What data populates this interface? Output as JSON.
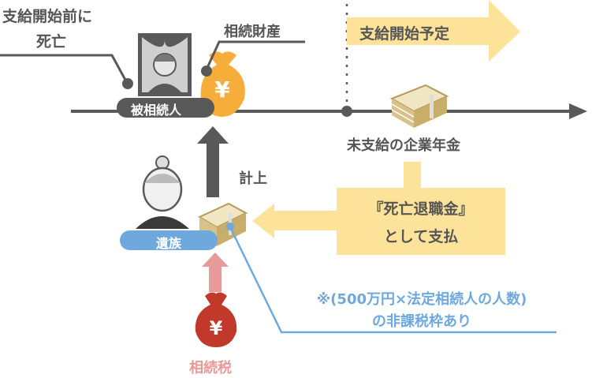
{
  "labels": {
    "death_before_payment_line1": "支給開始前に",
    "death_before_payment_line2": "死亡",
    "inherited_property": "相続財産",
    "payment_start_scheduled": "支給開始予定",
    "decedent": "被相続人",
    "unpaid_corporate_pension": "未支給の企業年金",
    "recorded": "計上",
    "death_retirement_line1": "『死亡退職金』",
    "death_retirement_line2": "として支払",
    "bereaved_family": "遺族",
    "exemption_line1": "※(500万円×法定相続人の人数)",
    "exemption_line2": "の非課税枠あり",
    "inheritance_tax": "相続税"
  },
  "icons": {
    "yen_symbol": "¥"
  },
  "colors": {
    "dark_gray": "#595959",
    "yellow_arrow": "#fde39a",
    "orange_bag": "#f6ad3a",
    "blue": "#6fa8dc",
    "red_bag": "#c0392b",
    "pink_arrow": "#e89a9a",
    "money_tan": "#d9c28a"
  }
}
